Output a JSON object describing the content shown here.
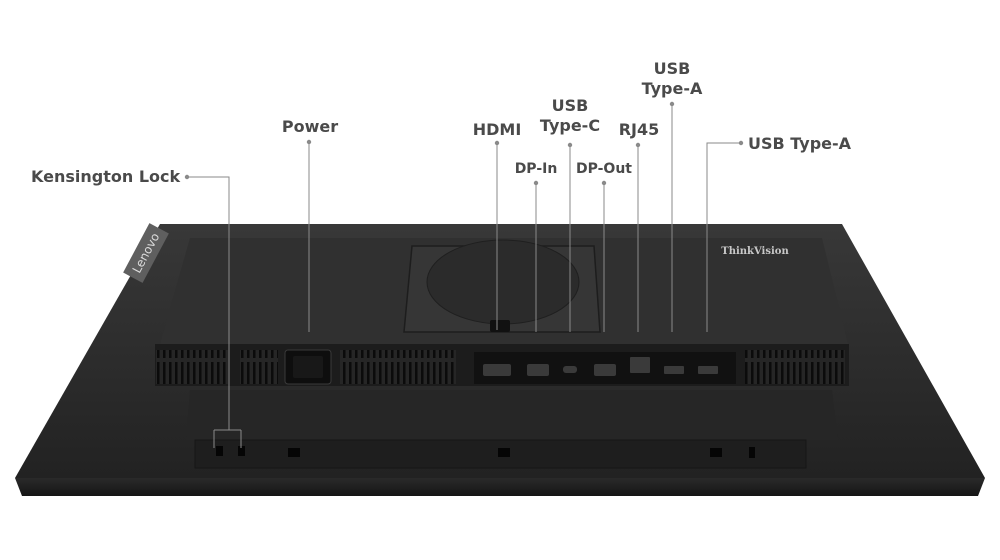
{
  "labels": {
    "kensington_lock": "Kensington Lock",
    "power": "Power",
    "hdmi": "HDMI",
    "dp_in": "DP-In",
    "usb_type_c_line1": "USB",
    "usb_type_c_line2": "Type-C",
    "dp_out": "DP-Out",
    "rj45": "RJ45",
    "usb_type_a_top_line1": "USB",
    "usb_type_a_top_line2": "Type-A",
    "usb_type_a_right": "USB Type-A"
  },
  "brand": {
    "lenovo": "Lenovo",
    "thinkvision": "ThinkVision"
  },
  "colors": {
    "background": "#ffffff",
    "label_text": "#4a4a4a",
    "leader_line": "#8a8a8a",
    "monitor_body": "#2b2b2b",
    "monitor_edge": "#1f1f1f",
    "port_panel": "#242424"
  }
}
